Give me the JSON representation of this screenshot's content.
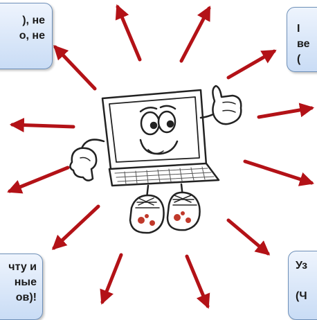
{
  "callouts": {
    "top_left": [
      "), не",
      "о, не"
    ],
    "top_right": [
      "I",
      "ве",
      "("
    ],
    "bottom_left": [
      "чту и",
      "ные",
      "ов)!"
    ],
    "bottom_right": [
      "Уз",
      "",
      "(Ч"
    ]
  },
  "colors": {
    "arrow": "#b31217",
    "box_fill_top": "#eef4fd",
    "box_fill_bottom": "#c9dcf5",
    "box_border": "#6d8fb8",
    "outline": "#222222",
    "shoe_accent": "#c0392b"
  },
  "icons": [
    "laptop-character",
    "pointing-hand-icon"
  ]
}
